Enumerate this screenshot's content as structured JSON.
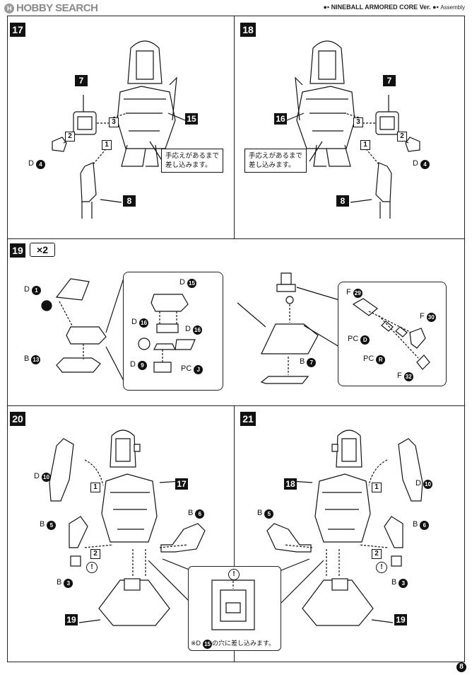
{
  "header": {
    "logo_badge": "H",
    "logo_text": "HOBBY SEARCH",
    "title": "NINEBALL ARMORED CORE Ver.",
    "subtitle": "Assembly"
  },
  "page_number": "8",
  "steps": {
    "s17": {
      "number": "17",
      "seq": [
        "1",
        "2",
        "3"
      ],
      "parts": [
        "7",
        "15",
        "8"
      ],
      "d_label": "D",
      "d_num": "4",
      "note_line1": "手応えがあるまで",
      "note_line2": "差し込みます。"
    },
    "s18": {
      "number": "18",
      "seq": [
        "1",
        "2",
        "3"
      ],
      "parts": [
        "7",
        "16",
        "8"
      ],
      "d_label": "D",
      "d_num": "4",
      "note_line1": "手応えがあるまで",
      "note_line2": "差し込みます。"
    },
    "s19": {
      "number": "19",
      "times": "×2",
      "left": [
        {
          "code": "D",
          "num": "1"
        },
        {
          "code": "B",
          "num": "13"
        },
        {
          "code": "D",
          "num": "15"
        },
        {
          "code": "D",
          "num": "16"
        },
        {
          "code": "D",
          "num": "16"
        },
        {
          "code": "D",
          "num": "9"
        },
        {
          "code": "PC",
          "num": "J"
        }
      ],
      "right": [
        {
          "code": "B",
          "num": "7"
        },
        {
          "code": "F",
          "num": "29"
        },
        {
          "code": "F",
          "num": "30"
        },
        {
          "code": "PC",
          "num": "D"
        },
        {
          "code": "PC",
          "num": "R"
        },
        {
          "code": "F",
          "num": "32"
        }
      ]
    },
    "s20": {
      "number": "20",
      "seq": [
        "1",
        "2"
      ],
      "parts": [
        "17",
        "19"
      ],
      "labels": [
        {
          "code": "D",
          "num": "10"
        },
        {
          "code": "B",
          "num": "5"
        },
        {
          "code": "B",
          "num": "6"
        },
        {
          "code": "B",
          "num": "3"
        }
      ]
    },
    "s21": {
      "number": "21",
      "seq": [
        "1",
        "2"
      ],
      "parts": [
        "18",
        "19"
      ],
      "labels": [
        {
          "code": "D",
          "num": "10"
        },
        {
          "code": "B",
          "num": "5"
        },
        {
          "code": "B",
          "num": "6"
        },
        {
          "code": "B",
          "num": "3"
        }
      ]
    },
    "detail_caption": {
      "prefix": "※D",
      "num": "15",
      "suffix": "の穴に差し込みます。"
    },
    "caution_mark": "!"
  }
}
